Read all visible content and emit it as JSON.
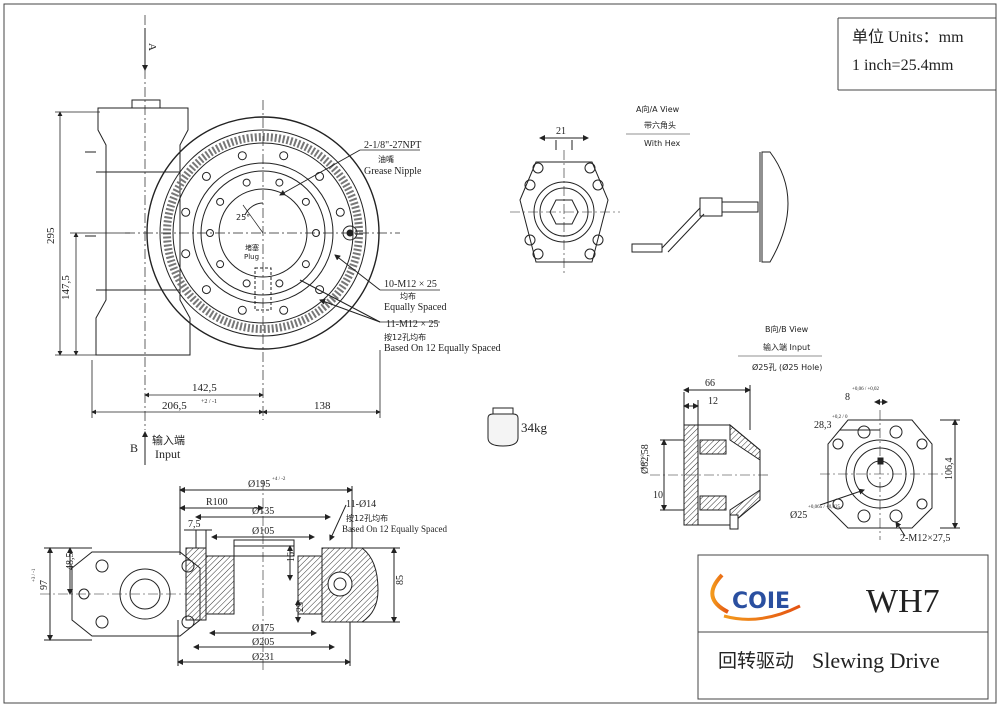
{
  "units": {
    "line1": "单位 Units：mm",
    "line2": "1 inch=25.4mm"
  },
  "title_block": {
    "logo_text": "COIE",
    "model": "WH7",
    "name_cn": "回转驱动",
    "name_en": "Slewing Drive"
  },
  "arrows": {
    "a": "A",
    "b": "B",
    "b_cn": "输入端",
    "b_en": "Input"
  },
  "front": {
    "dim_295": "295",
    "dim_147_5": "147,5",
    "dim_142_5": "142,5",
    "dim_206_5": "206,5",
    "dim_206_5_tol": "+2 / -1",
    "dim_138": "138",
    "angle": "25°",
    "plug_cn": "堵塞",
    "plug_en": "Plug"
  },
  "callouts": {
    "grease_title": "2-1/8\"-27NPT",
    "grease_cn": "油嘴",
    "grease_en": "Grease Nipple",
    "bolts10_title": "10-M12 × 25",
    "bolts10_cn": "均布",
    "bolts10_en": "Equally Spaced",
    "bolts11_title": "11-M12 × 25",
    "bolts11_cn": "按12孔均布",
    "bolts11_en": "Based On 12 Equally Spaced"
  },
  "weight": "34kg",
  "view_a": {
    "title": "A向/A View",
    "cn": "带六角头",
    "en": "With Hex",
    "dim_21": "21"
  },
  "view_b": {
    "title": "B向/B View",
    "cn": "输入端    Input",
    "hole": "Ø25孔 (Ø25 Hole)",
    "dim_66": "66",
    "dim_12": "12",
    "dim_82": "Ø82,58",
    "dim_82_tol": "+0,05 / 0",
    "dim_10": "10",
    "dim_8": "8",
    "dim_8_tol": "+0,06 / +0,02",
    "dim_28_3": "28,3",
    "dim_28_3_tol": "+0,2 / 0",
    "dim_106_4": "106,4",
    "dim_25": "Ø25",
    "dim_25_tol": "+0,065 / +0,025",
    "bolts": "2-M12×27,5"
  },
  "section": {
    "dim_195": "Ø195",
    "dim_195_tol": "+4 / -2",
    "dim_r100": "R100",
    "dim_135": "Ø135",
    "dim_105": "Ø105",
    "dim_7_5": "7,5",
    "dim_16": "16",
    "dim_25": "25",
    "dim_85": "85",
    "dim_48_5": "48,5",
    "dim_97": "97",
    "dim_97_tol": "+3 / -1",
    "dim_175": "Ø175",
    "dim_205": "Ø205",
    "dim_231": "Ø231",
    "holes_title": "11-Ø14",
    "holes_cn": "按12孔均布",
    "holes_en": "Based On 12 Equally Spaced"
  }
}
